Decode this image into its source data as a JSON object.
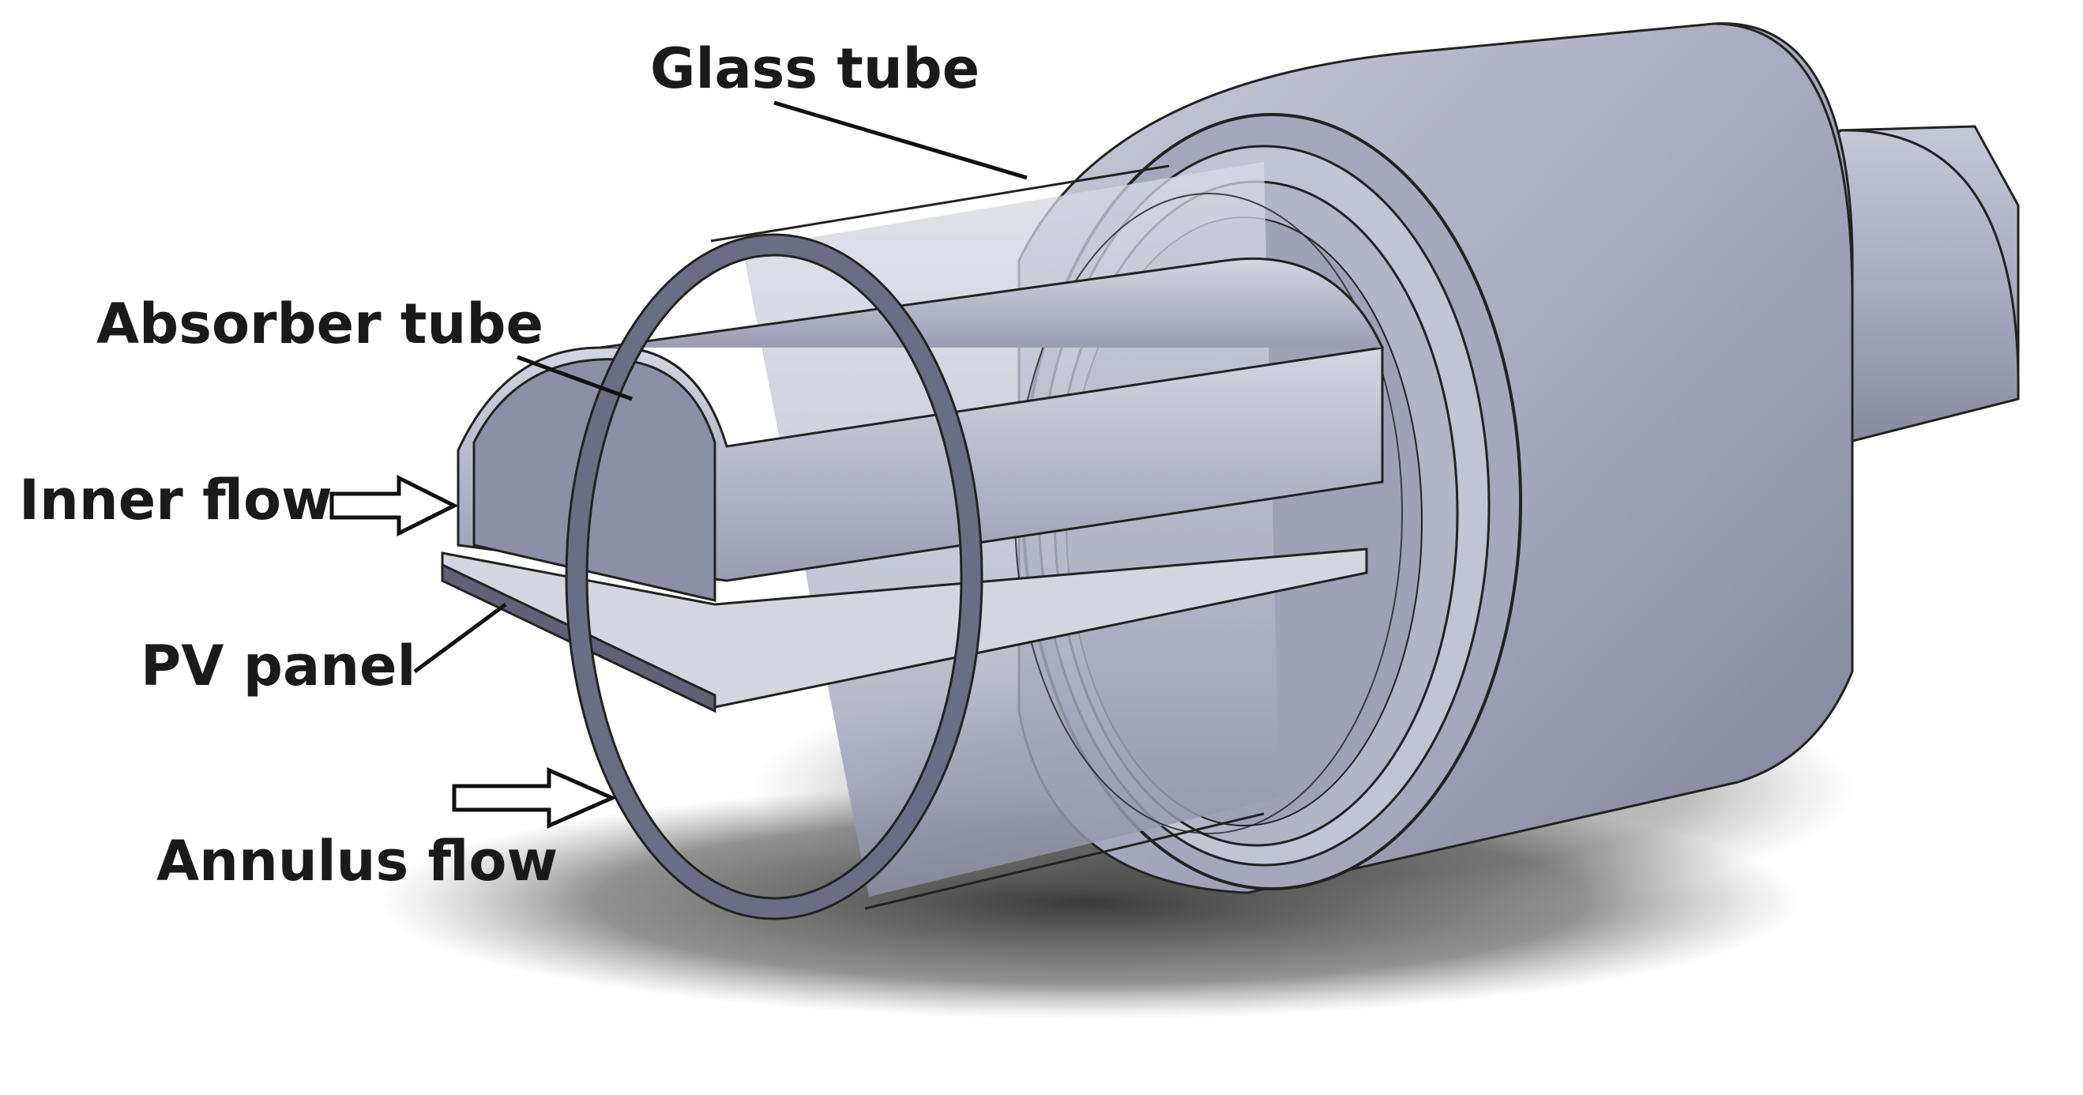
{
  "labels": {
    "glass_tube": "Glass tube",
    "absorber_tube": "Absorber tube",
    "inner_flow": "Inner flow",
    "pv_panel": "PV panel",
    "annulus_flow": "Annulus flow"
  },
  "colors": {
    "metal_light": "#b9bccd",
    "metal_mid": "#9ea2b8",
    "metal_dark": "#6d7187",
    "edge": "#222222",
    "shadow": "#3a3a3a"
  }
}
